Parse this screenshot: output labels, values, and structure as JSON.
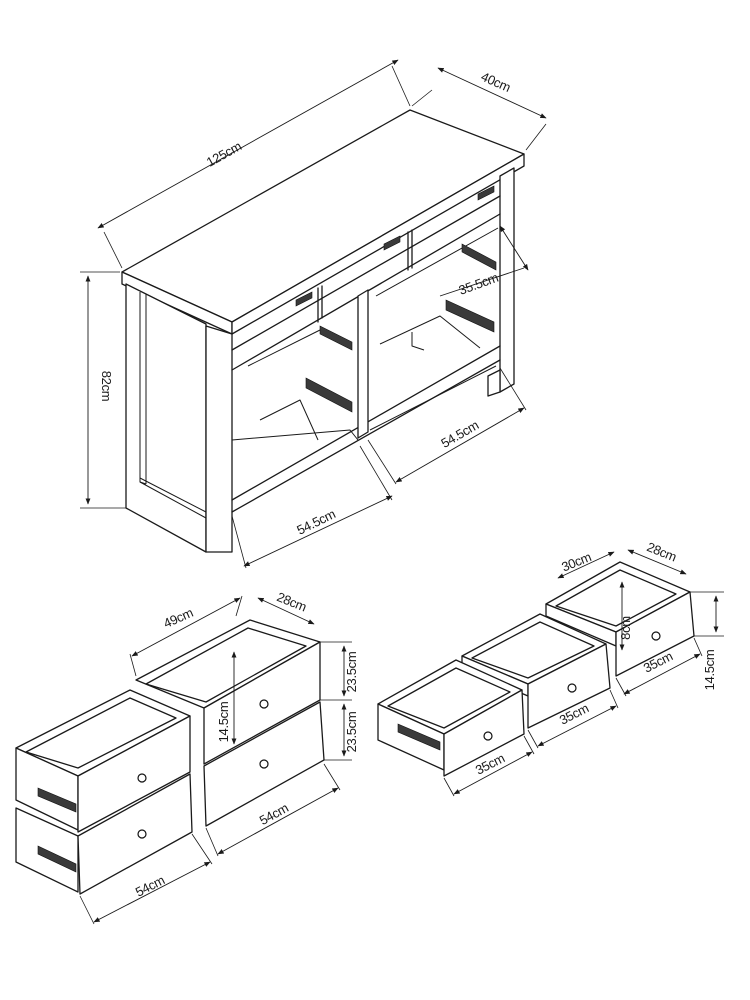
{
  "sideboard": {
    "width_label": "125cm",
    "depth_label": "40cm",
    "height_label": "82cm",
    "drawer_depth_label": "35.5cm",
    "left_bay_label": "54.5cm",
    "right_bay_label": "54.5cm"
  },
  "large_drawers": {
    "inner_width_label": "49cm",
    "depth_label": "28cm",
    "front_height_top_label": "23.5cm",
    "front_height_bottom_label": "23.5cm",
    "inner_height_label": "14.5cm",
    "front_width_right_label": "54cm",
    "front_width_left_label": "54cm"
  },
  "small_drawers": {
    "inner_width_label": "30cm",
    "depth_label": "28cm",
    "inner_height_label": "8cm",
    "front_height_label": "14.5cm",
    "width_right_label": "35cm",
    "width_middle_label": "35cm",
    "width_left_label": "35cm"
  }
}
